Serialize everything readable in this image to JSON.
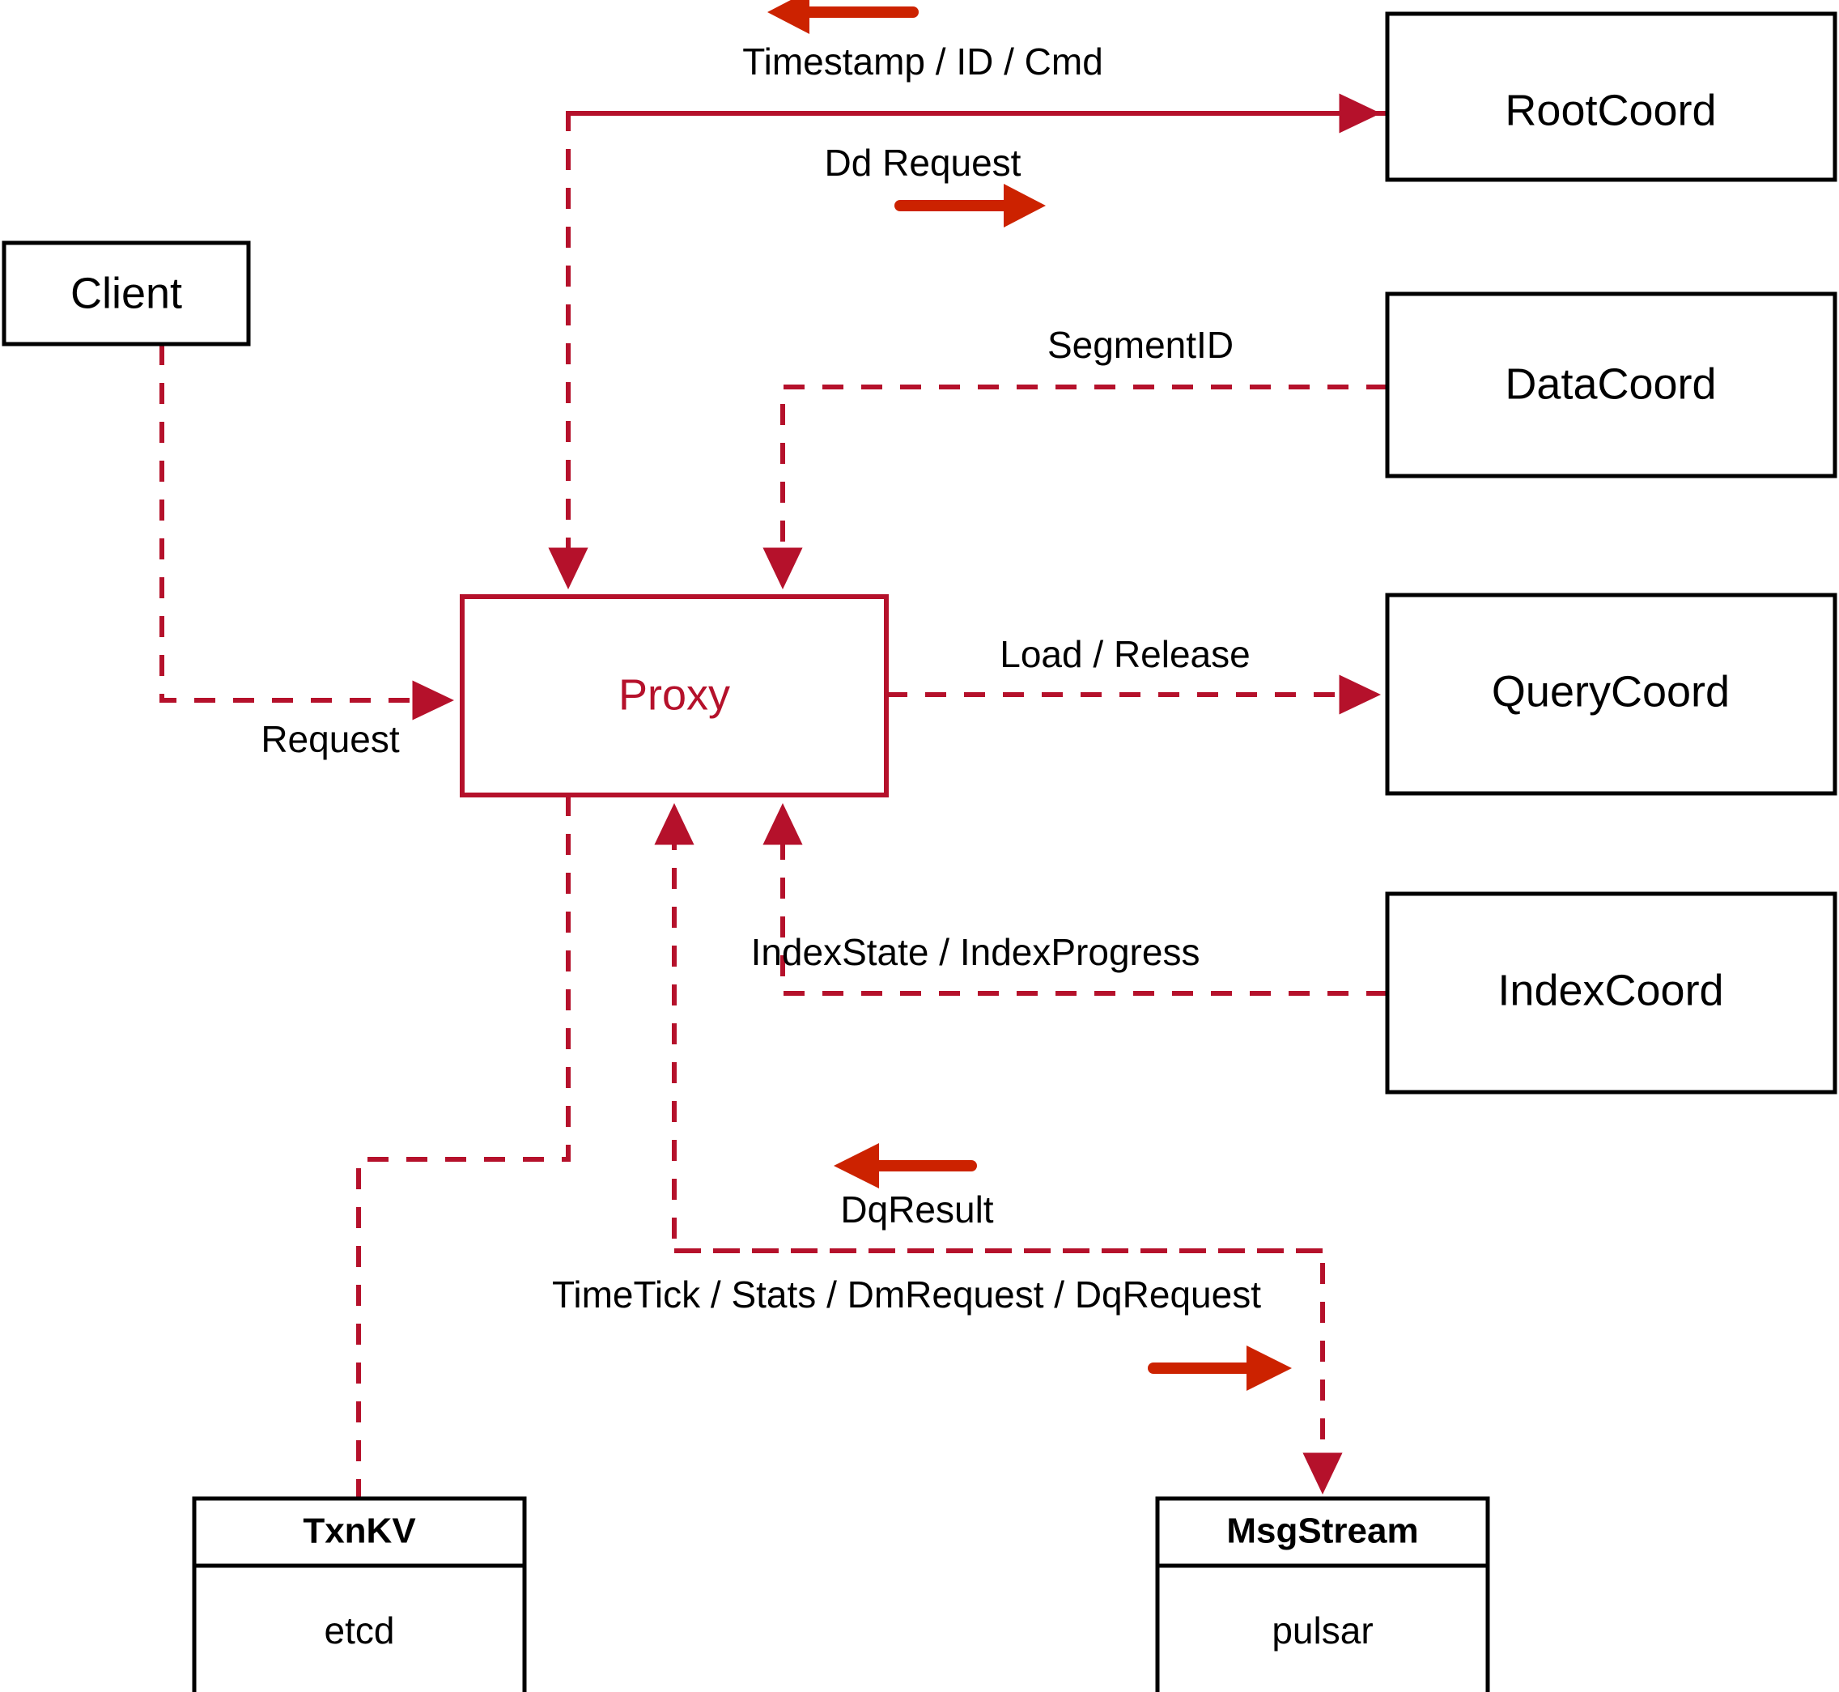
{
  "diagram": {
    "title": "Milvus Proxy interaction diagram",
    "colors": {
      "node_stroke": "#000000",
      "proxy_stroke": "#B5112B",
      "link": "#B5112B",
      "accent_arrow": "#CC2200",
      "background": "#ffffff"
    },
    "nodes": {
      "client": {
        "label": "Client"
      },
      "proxy": {
        "label": "Proxy"
      },
      "root_coord": {
        "label": "RootCoord"
      },
      "data_coord": {
        "label": "DataCoord"
      },
      "query_coord": {
        "label": "QueryCoord"
      },
      "index_coord": {
        "label": "IndexCoord"
      },
      "txnkv": {
        "label": "TxnKV",
        "implementation": "etcd"
      },
      "msgstream": {
        "label": "MsgStream",
        "implementation": "pulsar"
      }
    },
    "edges": [
      {
        "id": "client-request",
        "label": "Request",
        "from": "client",
        "to": "proxy"
      },
      {
        "id": "rootcoord-link",
        "label": "Timestamp / ID / Cmd",
        "from": "root_coord",
        "to": "proxy"
      },
      {
        "id": "dd-request",
        "label": "Dd Request",
        "from": "proxy",
        "to": "root_coord"
      },
      {
        "id": "segmentid",
        "label": "SegmentID",
        "from": "data_coord",
        "to": "proxy"
      },
      {
        "id": "load-release",
        "label": "Load / Release",
        "from": "proxy",
        "to": "query_coord"
      },
      {
        "id": "indexstate",
        "label": "IndexState / IndexProgress",
        "from": "index_coord",
        "to": "proxy"
      },
      {
        "id": "dqresult",
        "label": "DqResult",
        "from": "msgstream",
        "to": "proxy"
      },
      {
        "id": "msgstream-request",
        "label": "TimeTick / Stats / DmRequest / DqRequest",
        "from": "proxy",
        "to": "msgstream"
      }
    ]
  }
}
